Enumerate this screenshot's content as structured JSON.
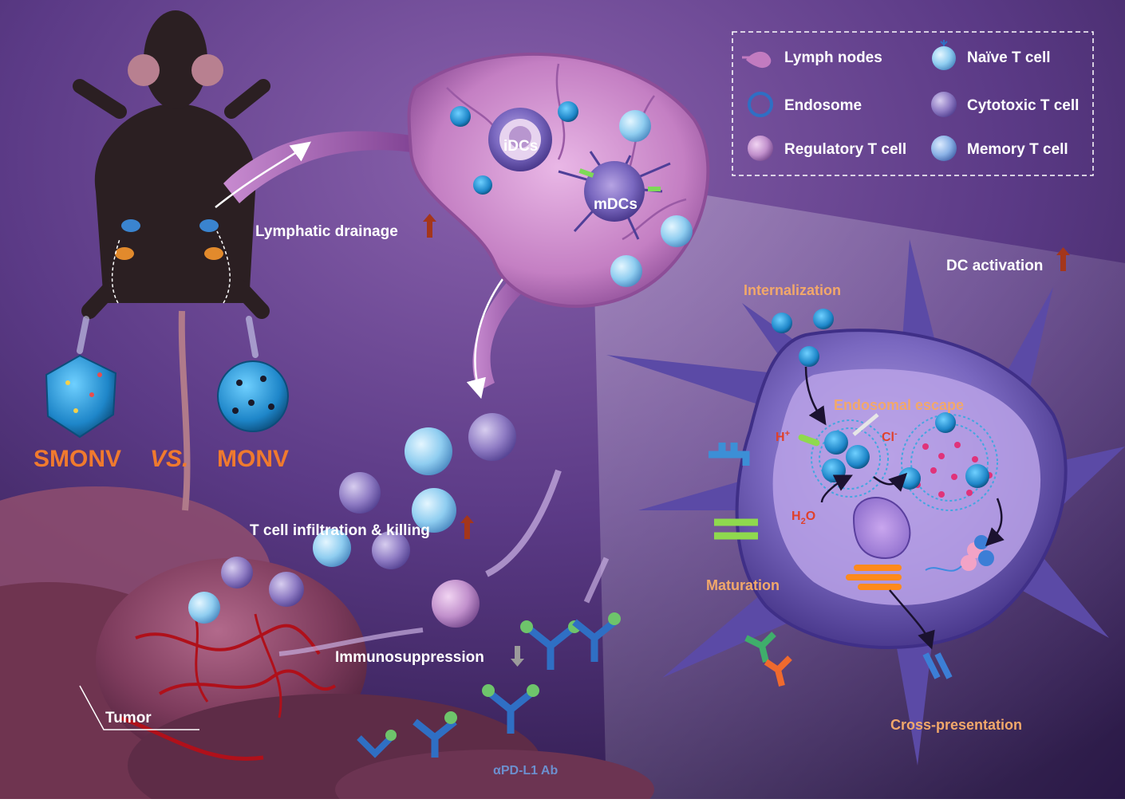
{
  "legend": {
    "items": [
      {
        "label": "Lymph nodes",
        "icon": "lymph-node-icon"
      },
      {
        "label": "Naïve T cell",
        "icon": "naive-t-cell-icon"
      },
      {
        "label": "Endosome",
        "icon": "endosome-icon"
      },
      {
        "label": "Cytotoxic T cell",
        "icon": "cytotoxic-t-cell-icon"
      },
      {
        "label": "Regulatory T cell",
        "icon": "regulatory-t-cell-icon"
      },
      {
        "label": "Memory T cell",
        "icon": "memory-t-cell-icon"
      }
    ]
  },
  "labels": {
    "smonv": "SMONV",
    "vs": "VS.",
    "monv": "MONV",
    "lymphatic_drainage": "Lymphatic drainage",
    "idcs": "iDCs",
    "mdcs": "mDCs",
    "dc_activation": "DC activation",
    "internalization": "Internalization",
    "endosomal_escape": "Endosomal escape",
    "h_plus": "H",
    "h_plus_sup": "+",
    "cl_minus": "Cl",
    "cl_minus_sup": "-",
    "h2o_h": "H",
    "h2o_sub": "2",
    "h2o_o": "O",
    "maturation": "Maturation",
    "cross_presentation": "Cross-presentation",
    "t_cell_infiltration": "T cell infiltration & killing",
    "immunosuppression": "Immunosuppression",
    "tumor": "Tumor",
    "pdl1_ab": "αPD-L1 Ab"
  },
  "colors": {
    "background_dark": "#2c1748",
    "background_light": "#7a4f9c",
    "lymph_node": "#c27bc0",
    "accent_orange": "#f07a2e",
    "up_arrow": "#a4361b",
    "down_arrow": "#9b9b9b",
    "naive_t": "#8fd0f0",
    "memory_t": "#7fb7e8",
    "cytotoxic_t": "#8e7ac2",
    "regulatory_t": "#b88bc4",
    "tumor": "#7d3b5c",
    "vessel": "#b0101a",
    "dc_body": "#6a5cb0"
  }
}
